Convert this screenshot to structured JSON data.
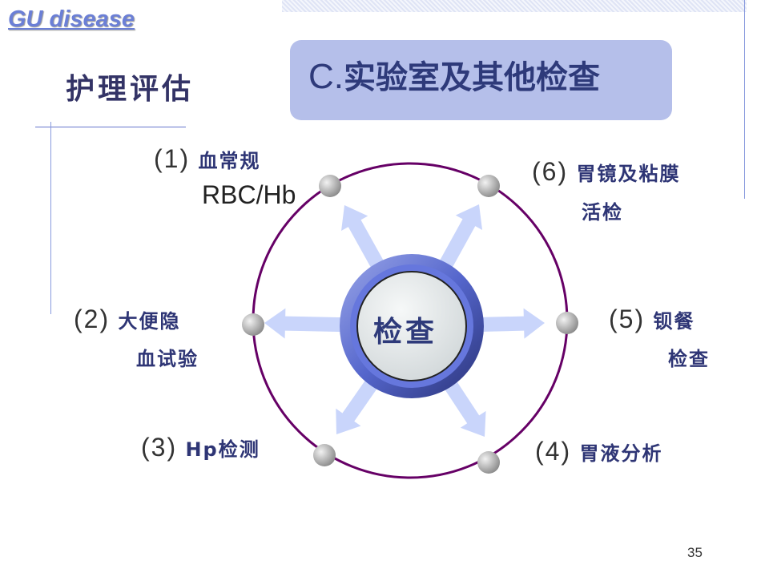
{
  "brand": "GU disease",
  "heading": "护理评估",
  "title": {
    "prefix": "C.",
    "text": "实验室及其他检查"
  },
  "center": "检查",
  "items": [
    {
      "num": "(1)",
      "line1": "血常规",
      "line2": "RBC/Hb"
    },
    {
      "num": "(2)",
      "line1": "大便隐",
      "line2": "血试验"
    },
    {
      "num": "(3)",
      "line1": "Hp检测"
    },
    {
      "num": "(4)",
      "line1": "胃液分析"
    },
    {
      "num": "(5)",
      "line1": "钡餐",
      "line2": "检查"
    },
    {
      "num": "(6)",
      "line1": "胃镜及粘膜",
      "line2": "活检"
    }
  ],
  "page_number": "35",
  "colors": {
    "ring": "#660066",
    "arrow": "#c9d5fb",
    "box": "#b5bfea",
    "text": "#2e3a7a"
  }
}
